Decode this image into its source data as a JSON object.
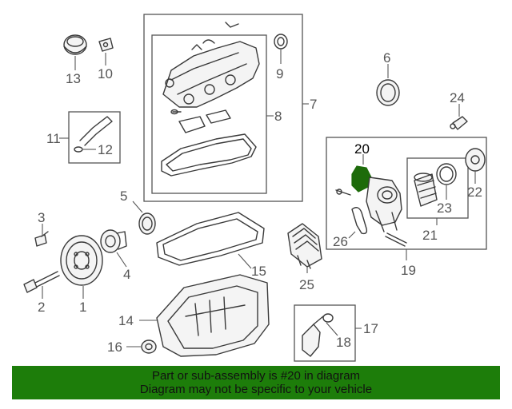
{
  "colors": {
    "banner": "#1d7d0a",
    "highlight_part": "#1d6b0a",
    "line": "#3a3a3a",
    "callout_text": "#555555"
  },
  "callouts": {
    "p1": "1",
    "p2": "2",
    "p3": "3",
    "p4": "4",
    "p5": "5",
    "p6": "6",
    "p7": "7",
    "p8": "8",
    "p9": "9",
    "p10": "10",
    "p11": "11",
    "p12": "12",
    "p13": "13",
    "p14": "14",
    "p15": "15",
    "p16": "16",
    "p17": "17",
    "p18": "18",
    "p19": "19",
    "p20": "20",
    "p21": "21",
    "p22": "22",
    "p23": "23",
    "p24": "24",
    "p25": "25",
    "p26": "26"
  },
  "highlighted_part": "20",
  "banner": {
    "line1": "Part or sub-assembly is #20 in diagram",
    "line2": "Diagram may not be specific to your vehicle"
  }
}
